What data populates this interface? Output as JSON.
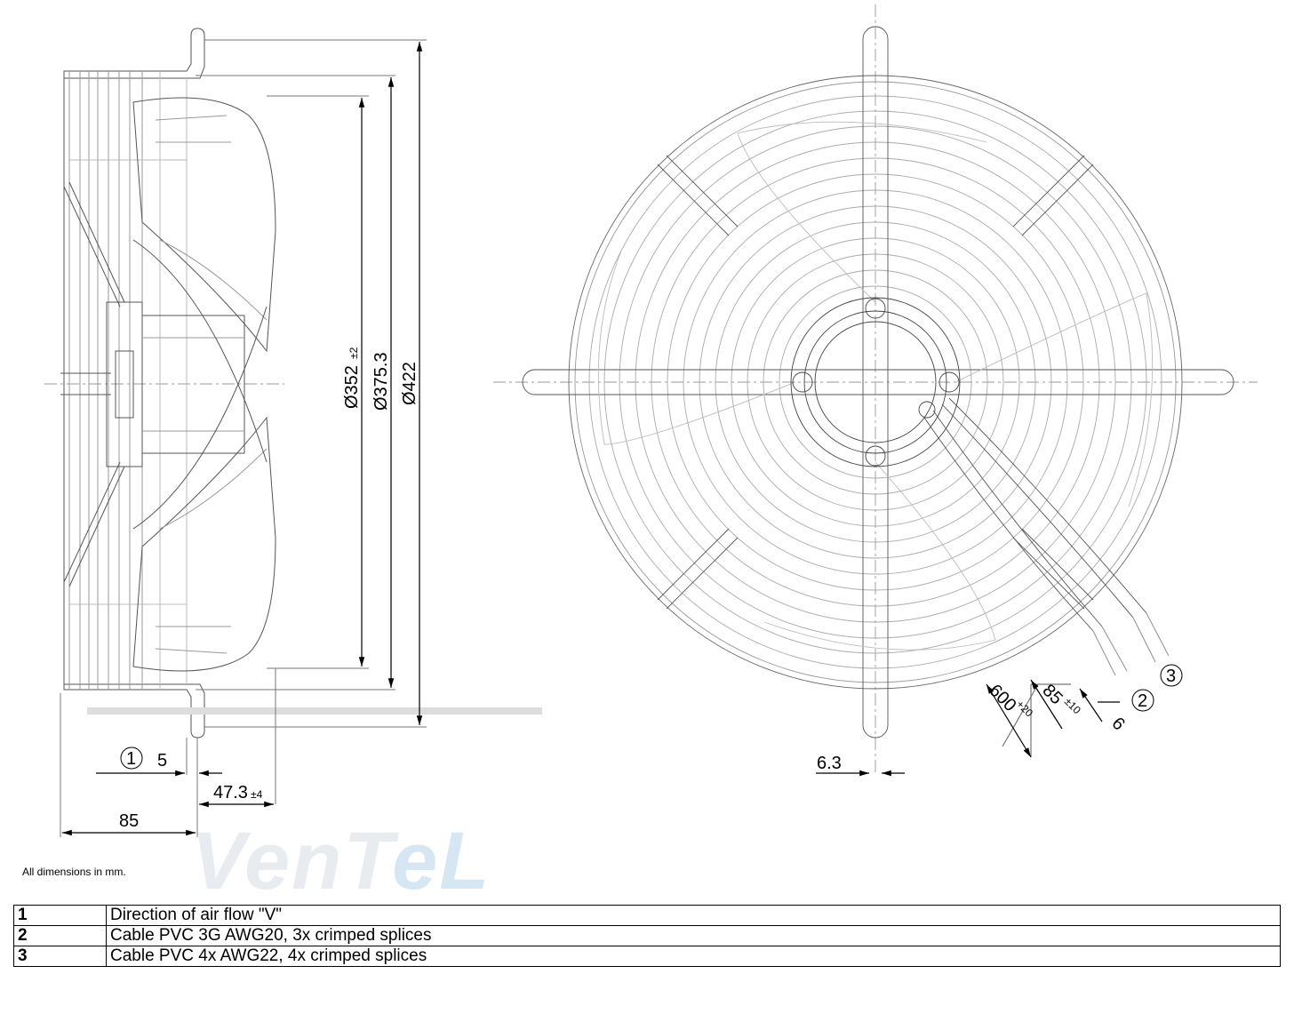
{
  "side_view": {
    "dims": {
      "d352": "Ø352",
      "d352_tol": "±2",
      "d375": "Ø375.3",
      "d422": "Ø422",
      "v5": "5",
      "v47": "47.3",
      "v47_tol": "±4",
      "v85": "85"
    },
    "callout_1": "1"
  },
  "front_view": {
    "dims": {
      "v63": "6.3",
      "v600": "600",
      "v600_tol": "+20",
      "v85": "85",
      "v85_tol": "±10",
      "v6": "6"
    },
    "callout_2": "2",
    "callout_3": "3"
  },
  "watermark": {
    "main": "VenT",
    "accent": "eL"
  },
  "note": "All dimensions in mm.",
  "legend": {
    "rows": [
      {
        "num": "1",
        "text": "Direction of air flow \"V\""
      },
      {
        "num": "2",
        "text": "Cable PVC 3G AWG20, 3x crimped splices"
      },
      {
        "num": "3",
        "text": "Cable PVC 4x AWG22, 4x crimped splices"
      }
    ]
  }
}
